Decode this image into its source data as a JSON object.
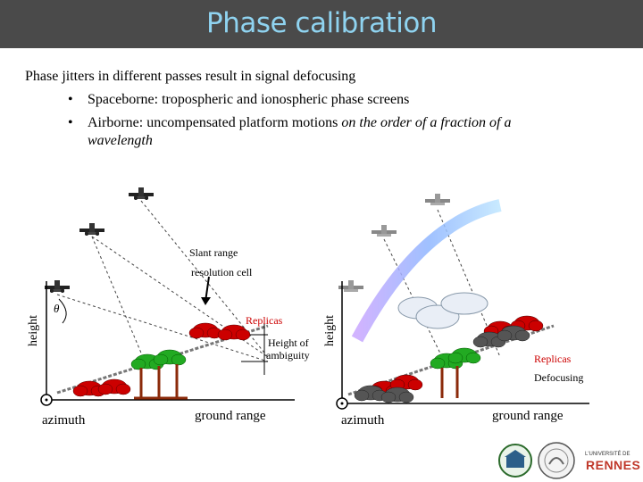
{
  "title": "Phase calibration",
  "intro": "Phase jitters in different passes result in signal defocusing",
  "bullets": [
    {
      "symbol": "•",
      "text": "Spaceborne: tropospheric and ionospheric phase screens",
      "tail": ""
    },
    {
      "symbol": "•",
      "text": "Airborne: uncompensated platform motions ",
      "tail": "on the order of a fraction of a",
      "tail2": "wavelength"
    }
  ],
  "diagram": {
    "slant_range": "Slant range",
    "resolution_cell": "resolution cell",
    "theta": "θ",
    "height_left": "height",
    "height_right": "height",
    "replicas_left": "Replicas",
    "height_of": "Height of",
    "ambiguity": "ambiguity",
    "replicas_right": "Replicas",
    "defocusing": "Defocusing",
    "azimuth_left": "azimuth",
    "ground_range_left": "ground range",
    "azimuth_right": "azimuth",
    "ground_range_right": "ground range"
  },
  "logos": {
    "rennes_small": "L'UNIVERSITÉ DE",
    "rennes": "RENNES"
  },
  "colors": {
    "header_bg": "#4a4a4a",
    "title": "#8fd3f0",
    "replica_red": "#cc0000",
    "tree_green": "#22aa22"
  }
}
